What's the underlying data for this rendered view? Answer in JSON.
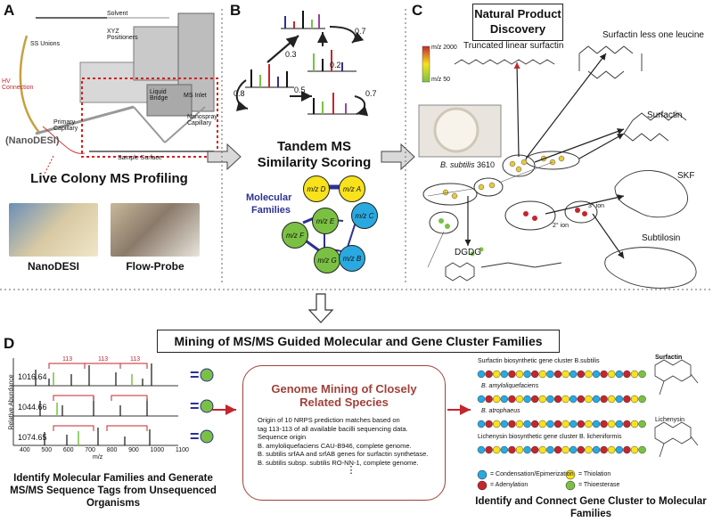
{
  "panels": {
    "a": {
      "letter": "A",
      "labels": {
        "solvent": "Solvent",
        "ss_unions": "SS Unions",
        "xyz": "XYZ Positioners",
        "hv": "HV Connection",
        "primary_capillary": "Primary Capillary",
        "liquid_bridge": "Liquid Bridge",
        "ms_inlet": "MS Inlet",
        "nanospray": "Nanospray Capillary",
        "sample_surface": "Sample Surface",
        "nanodesi_tag": "(NanoDESI)"
      },
      "caption": "Live Colony MS Profiling",
      "photo1_caption": "NanoDESI",
      "photo2_caption": "Flow-Probe"
    },
    "b": {
      "letter": "B",
      "scores": [
        "0.3",
        "0.7",
        "0.2",
        "0.5",
        "0.7",
        "0.8"
      ],
      "caption_line1": "Tandem MS",
      "caption_line2": "Similarity Scoring",
      "families_line1": "Molecular",
      "families_line2": "Families",
      "nodes": [
        "m/z D",
        "m/z A",
        "m/z E",
        "m/z F",
        "m/z G",
        "m/z C",
        "m/z B"
      ]
    },
    "c": {
      "letter": "C",
      "title_line1": "Natural Product",
      "title_line2": "Discovery",
      "legend_top": "m/z 2000",
      "legend_bottom": "m/z 50",
      "truncated": "Truncated linear surfactin",
      "less_leucine": "Surfactin less one leucine",
      "surfactin": "Surfactin",
      "skf": "SKF",
      "subtilosin": "Subtilosin",
      "dgdg": "DGDG",
      "bsub": "B. subtilis",
      "bsub_strain": "3610",
      "ion2": "2° ion",
      "ion3": "3° ion"
    },
    "d": {
      "letter": "D",
      "banner": "Mining of MS/MS Guided Molecular and Gene Cluster Families",
      "spectra": {
        "masses": [
          "1016.64",
          "1044.66",
          "1074.65"
        ],
        "tag": "113",
        "y_label": "Relative Abundance",
        "x_label": "m/z",
        "x_ticks": [
          "400",
          "500",
          "600",
          "700",
          "800",
          "900",
          "1000",
          "1100"
        ]
      },
      "left_caption": "Identify Molecular Families and Generate MS/MS Sequence Tags from Unsequenced Organisms",
      "genome": {
        "title_line1": "Genome Mining of Closely",
        "title_line2": "Related Species",
        "line1": "Origin of 10 NRPS prediction matches based on",
        "line2": "tag 113-113 of all available bacilli sequencing data.",
        "line3": "Sequence origin",
        "line4": "B. amyloliquefaciens CAU-B946, complete genome.",
        "line5": "B. subtilis srfAA and srfAB genes for surfactin synthetase.",
        "line6": "B. subtilis subsp. subtilis RO-NN-1, complete genome.",
        "ellipsis": "⋮"
      },
      "gene": {
        "header1": "Surfactin biosynthetic gene cluster B.subtilis",
        "row2": "B. amyloliquefaciens",
        "row3": "B. atrophaeus",
        "header4": "Lichenysin biosynthetic gene cluster B. licheniformis",
        "product1": "Surfactin",
        "product2": "Lichenysin",
        "legend_cond": "= Condensation/Epimerization",
        "legend_thio": "= Thiolation",
        "legend_aden": "= Adenylation",
        "legend_te": "= Thioesterase"
      },
      "right_caption": "Identify and Connect Gene Cluster to Molecular Families"
    }
  },
  "colors": {
    "green": "#7ac143",
    "blue": "#29a9e0",
    "yellow": "#f7e21b",
    "red": "#c4262e",
    "navy": "#2e3192",
    "dashed_red": "#d42020",
    "brown_title": "#a0413a"
  }
}
